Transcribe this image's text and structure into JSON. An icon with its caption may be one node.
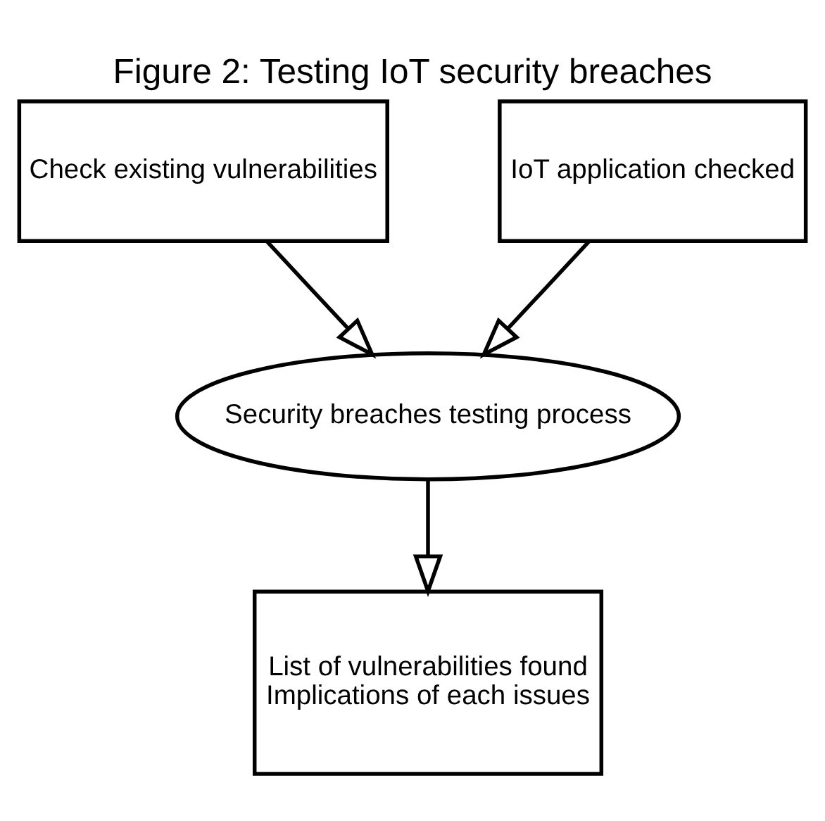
{
  "diagram": {
    "title": "Figure 2: Testing IoT security breaches",
    "nodes": [
      {
        "text": [
          "Check existing vulnerabilities"
        ]
      },
      {
        "text": [
          "IoT application checked"
        ]
      },
      {
        "text": [
          "Security breaches testing process"
        ]
      },
      {
        "text": [
          "List of vulnerabilities found",
          "Implications of each issues"
        ]
      }
    ],
    "edges": [
      {
        "from": 0,
        "to": 2,
        "arrow": "to"
      },
      {
        "from": 1,
        "to": 2,
        "arrow": "to"
      },
      {
        "from": 2,
        "to": 3,
        "arrow": "to"
      }
    ]
  }
}
